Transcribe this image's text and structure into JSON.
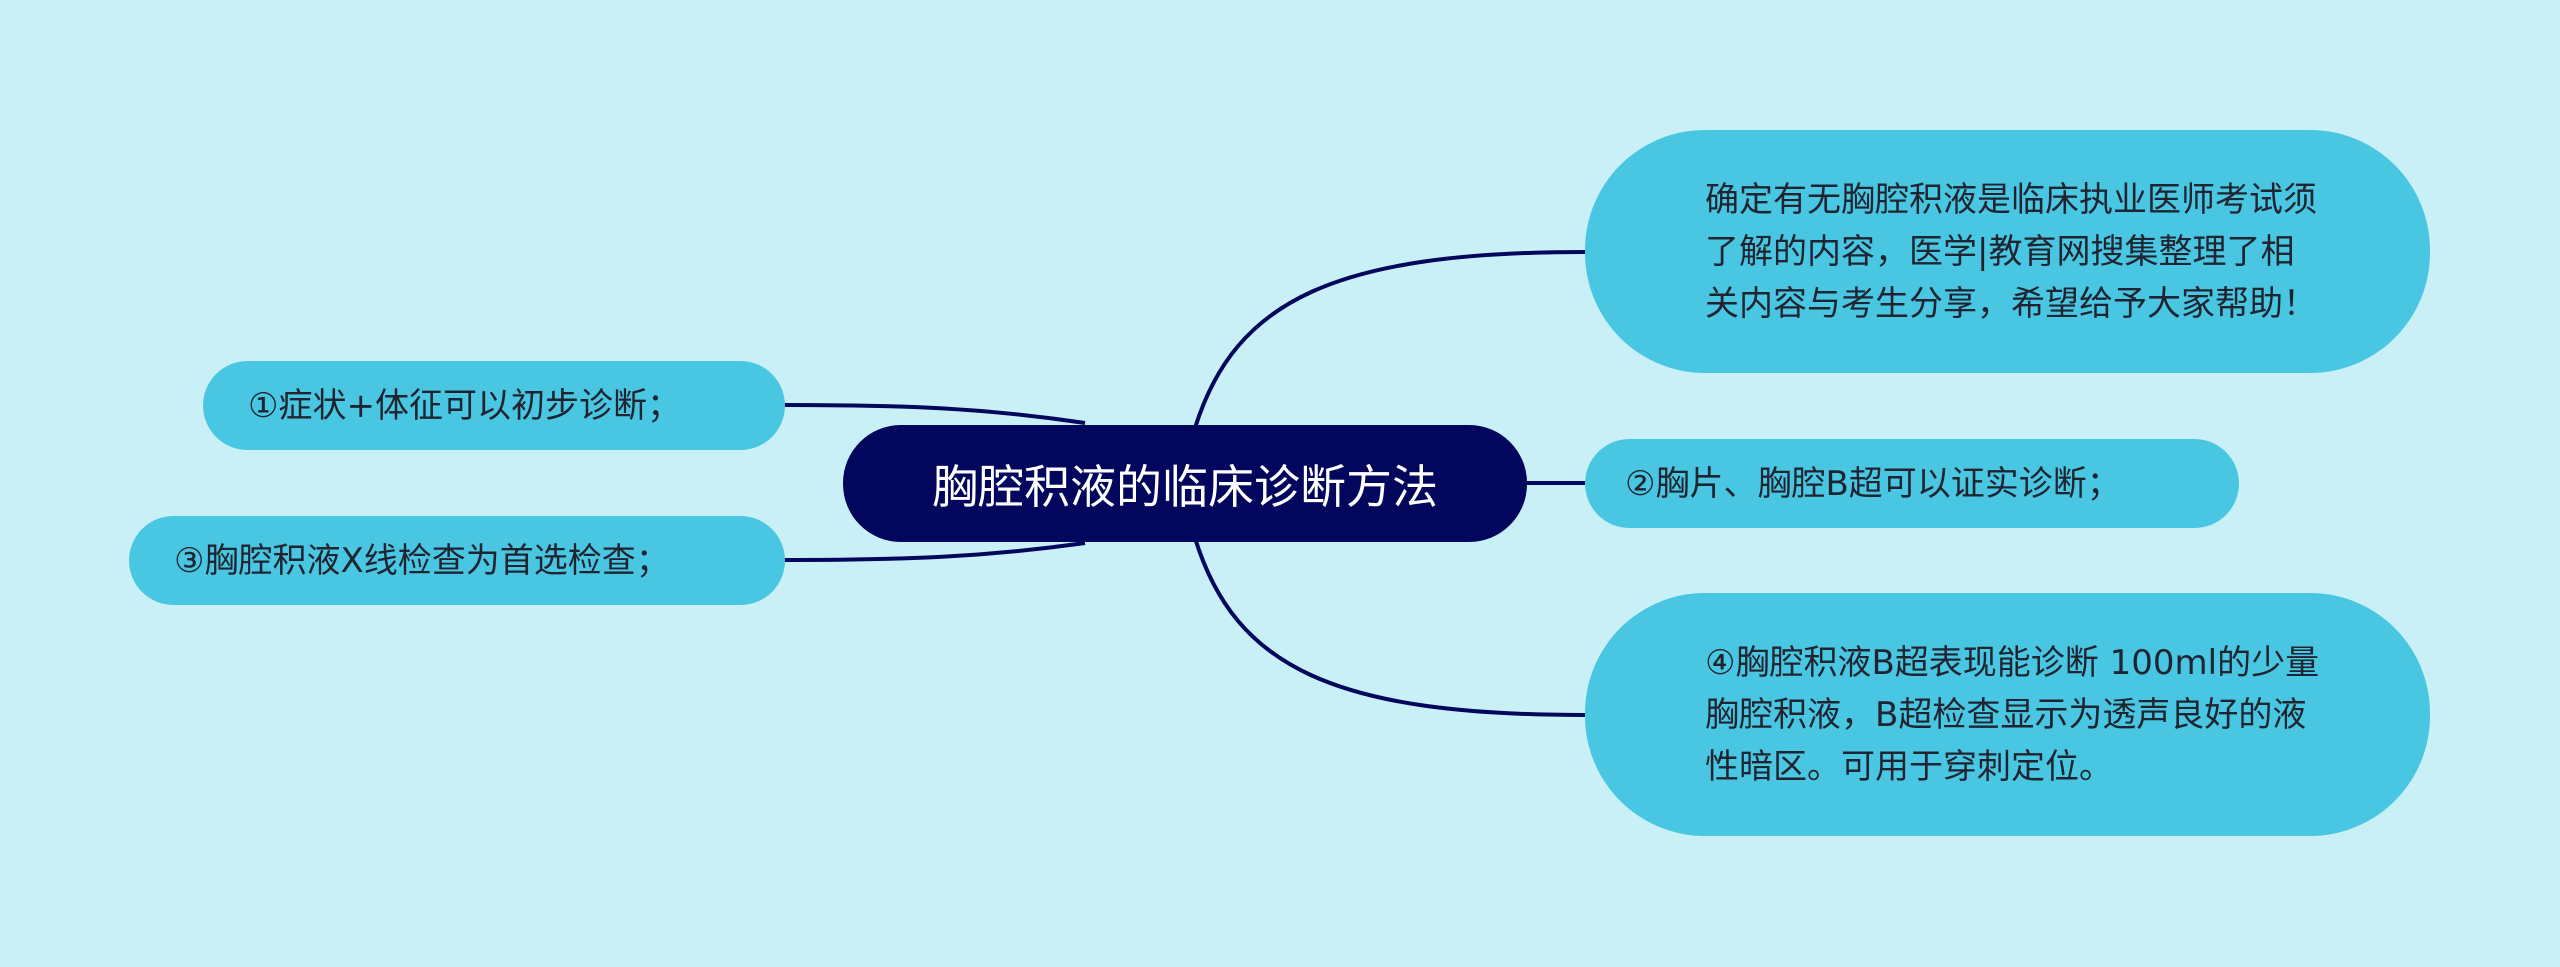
{
  "mindmap": {
    "root": {
      "label": "胸腔积液的临床诊断方法"
    },
    "left": [
      {
        "label": "①症状+体征可以初步诊断；"
      },
      {
        "label": "③胸腔积液X线检查为首选检查；"
      }
    ],
    "right": [
      {
        "label": "确定有无胸腔积液是临床执业医师考试须了解的内容，医学|教育网搜集整理了相关内容与考生分享，希望给予大家帮助！"
      },
      {
        "label": "②胸片、胸腔B超可以证实诊断；"
      },
      {
        "label": "④胸腔积液B超表现能诊断 100ml的少量胸腔积液，B超检查显示为透声良好的液性暗区。可用于穿刺定位。"
      }
    ]
  },
  "colors": {
    "background": "#c9f0f6",
    "root_fill": "#02065c",
    "topic_fill": "#49c7e2",
    "connector": "#02065c"
  }
}
